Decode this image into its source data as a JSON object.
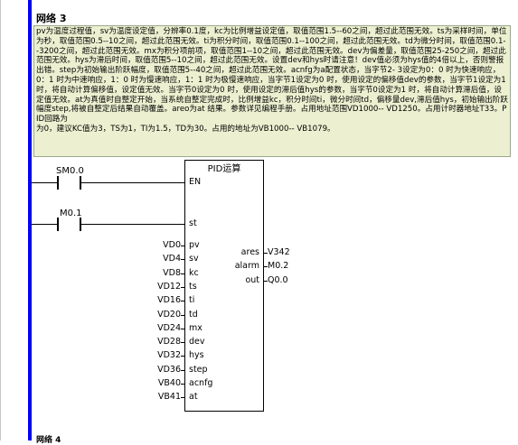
{
  "network": {
    "title": "网络 3"
  },
  "comment": {
    "text": "pv为温度过程值，sv为温度设定值，分辨率0.1度，kc为比例增益设定值，取值范围1.5--60之间，超过此范围无效。ts为采样时间，单位为秒，取值范围0.5--10之间，超过此范围无效。ti为积分时间，取值范围0.1--100之间，超过此范围无效。td为微分时间，取值范围0.1--3200之间，超过此范围无效。mx为积分项前项，取值范围1--10之间，超过此范围无效。dev为偏差量，取值范围25-250之间，超过此范围无效。hys为滞后时间，取值范围5--10之间，超过此范围无效。设置dev和hys时请注意！dev值必须为hys值的4倍以上，否则警报出错。step为初始输出阶跃幅度，取值范围5--40之间，超过此范围无效。acnfg为a配置状态，当字节2- 3设定为0：0  时为快速响应，0：1  时为中速响应，1：0  时为慢速响应，1：1  时为极慢速响应，当字节1设定为0  时，使用设定的偏移值dev的参数，当字节1设定为1  时，将自动计算偏移值，设定值无效。当字节0设定为0  时，使用设定的滞后值hys的参数，当字节0设定为1  时，将自动计算滞后值，设定值无效。at为真值时自整定开始，当系统自整定完成时，比例增益kc，积分时间ti，微分时间td，偏移量dev,滞后值hys，初始输出阶跃幅度step,将被自整定后结果自动覆盖。areo为at 结果。参数详见编程手册。占用地址范围VD1000-- VD1250。占用计时器地址T33。PID回路为",
    "text_line2": "为0，建议KC值为3，TS为1，TI为1.5，TD为30。占用的地址为VB1000-- VB1079。"
  },
  "contacts": [
    {
      "label": "SM0.0"
    },
    {
      "label": "M0.1"
    }
  ],
  "block": {
    "title": "PID运算",
    "en": "EN",
    "st": "st",
    "inputs": [
      {
        "pin": "pv",
        "operand": "VD0"
      },
      {
        "pin": "sv",
        "operand": "VD4"
      },
      {
        "pin": "kc",
        "operand": "VD8"
      },
      {
        "pin": "ts",
        "operand": "VD12"
      },
      {
        "pin": "ti",
        "operand": "VD16"
      },
      {
        "pin": "td",
        "operand": "VD20"
      },
      {
        "pin": "mx",
        "operand": "VD24"
      },
      {
        "pin": "dev",
        "operand": "VD28"
      },
      {
        "pin": "hys",
        "operand": "VD32"
      },
      {
        "pin": "step",
        "operand": "VD36"
      },
      {
        "pin": "acnfg",
        "operand": "VB40"
      },
      {
        "pin": "at",
        "operand": "VB41"
      }
    ],
    "outputs": [
      {
        "pin": "ares",
        "operand": "V342"
      },
      {
        "pin": "alarm",
        "operand": "M0.2"
      },
      {
        "pin": "out",
        "operand": "Q0.0"
      }
    ]
  },
  "next_network": {
    "title": "网络 4"
  }
}
